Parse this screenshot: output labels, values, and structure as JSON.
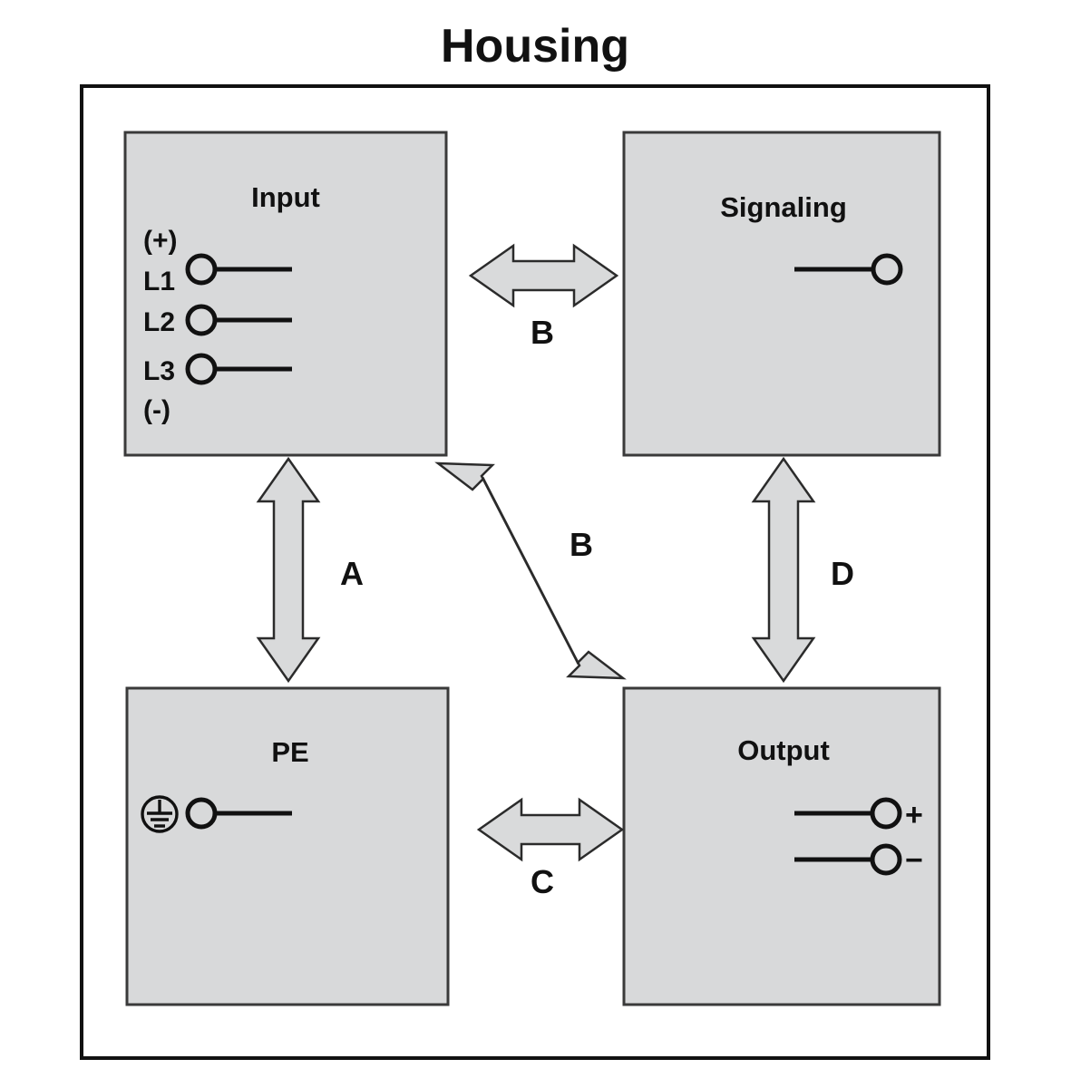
{
  "diagram": {
    "title": "Housing",
    "housing_label": "Housing",
    "colors": {
      "block_fill": "#d8d9da",
      "block_stroke": "#3a3a3a",
      "arrow_fill": "#d9dadb",
      "arrow_stroke": "#2b2b2b",
      "line": "#111111",
      "background": "#ffffff"
    },
    "blocks": [
      {
        "id": "input",
        "title": "Input",
        "terminals": [
          {
            "label": "L1",
            "type": "circle-wire-right"
          },
          {
            "label": "L2",
            "type": "circle-wire-right"
          },
          {
            "label": "L3",
            "type": "circle-wire-right"
          }
        ],
        "polarity_top": "(+)",
        "polarity_bottom": "(-)"
      },
      {
        "id": "signaling",
        "title": "Signaling",
        "terminals": [
          {
            "label": "",
            "type": "wire-circle-right"
          }
        ]
      },
      {
        "id": "pe",
        "title": "PE",
        "earth_symbol": "protective-earth",
        "terminals": [
          {
            "label": "",
            "type": "circle-wire-right"
          }
        ]
      },
      {
        "id": "output",
        "title": "Output",
        "terminals": [
          {
            "label": "+",
            "type": "wire-circle-right"
          },
          {
            "label": "−",
            "type": "wire-circle-right"
          }
        ]
      }
    ],
    "arrows": [
      {
        "id": "a",
        "label": "A",
        "orientation": "vertical",
        "connects": [
          "input",
          "pe"
        ]
      },
      {
        "id": "b-top",
        "label": "B",
        "orientation": "horizontal",
        "connects": [
          "input",
          "signaling"
        ]
      },
      {
        "id": "b-diagonal",
        "label": "B",
        "orientation": "diagonal",
        "connects": [
          "input",
          "output"
        ]
      },
      {
        "id": "c",
        "label": "C",
        "orientation": "horizontal",
        "connects": [
          "pe",
          "output"
        ]
      },
      {
        "id": "d",
        "label": "D",
        "orientation": "vertical",
        "connects": [
          "signaling",
          "output"
        ]
      }
    ]
  }
}
